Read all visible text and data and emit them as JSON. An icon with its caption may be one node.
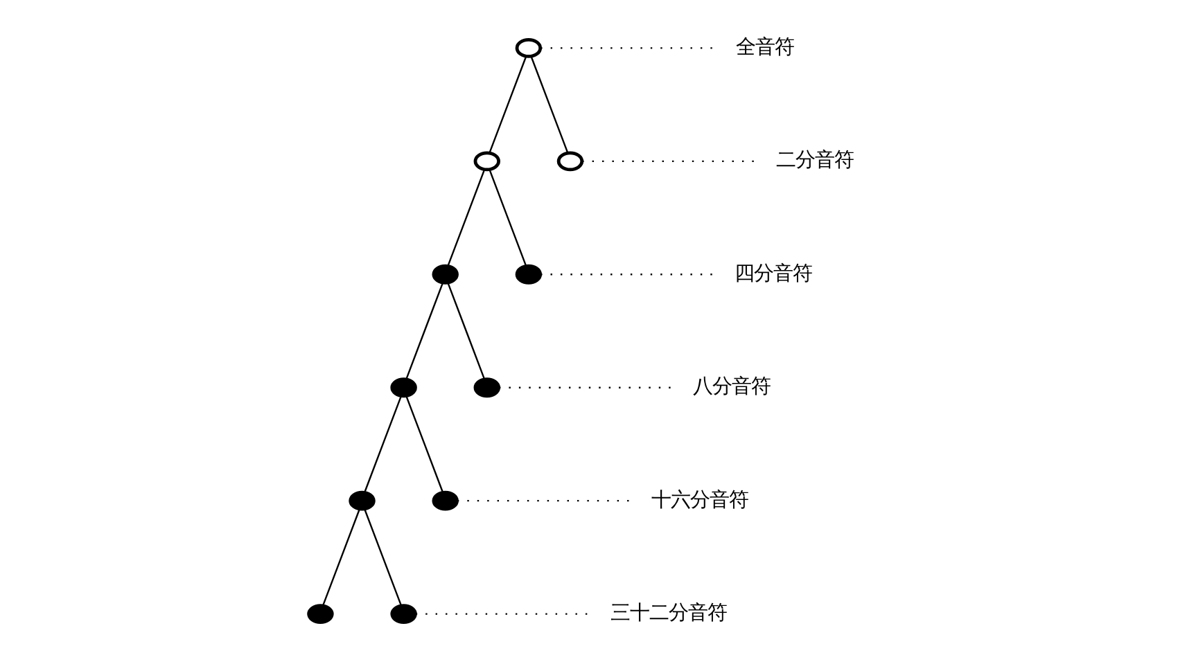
{
  "diagram": {
    "nodes": [
      {
        "text": [],
        "shape": "note"
      },
      {
        "text": [
          "全音符"
        ]
      },
      {
        "text": [],
        "shape": "note"
      },
      {
        "text": [],
        "shape": "note"
      },
      {
        "text": [
          "二分音符"
        ]
      },
      {
        "text": [],
        "shape": "note"
      },
      {
        "text": [],
        "shape": "note"
      },
      {
        "text": [
          "四分音符"
        ]
      },
      {
        "text": [],
        "shape": "note"
      },
      {
        "text": [],
        "shape": "note"
      },
      {
        "text": [
          "八分音符"
        ]
      },
      {
        "text": [],
        "shape": "note"
      },
      {
        "text": [],
        "shape": "note"
      },
      {
        "text": [
          "十六分音符"
        ]
      },
      {
        "text": [],
        "shape": "note"
      },
      {
        "text": [],
        "shape": "note"
      },
      {
        "text": [
          "三十二分音符"
        ]
      }
    ],
    "edges": [
      {
        "from": 0,
        "to": 2,
        "arrow": "none"
      },
      {
        "from": 0,
        "to": 3,
        "arrow": "none"
      },
      {
        "from": 0,
        "to": 1,
        "arrow": "none",
        "style": "dashed"
      },
      {
        "from": 2,
        "to": 5,
        "arrow": "none"
      },
      {
        "from": 2,
        "to": 6,
        "arrow": "none"
      },
      {
        "from": 3,
        "to": 4,
        "arrow": "none",
        "style": "dashed"
      },
      {
        "from": 5,
        "to": 8,
        "arrow": "none"
      },
      {
        "from": 5,
        "to": 9,
        "arrow": "none"
      },
      {
        "from": 6,
        "to": 7,
        "arrow": "none",
        "style": "dashed"
      },
      {
        "from": 8,
        "to": 11,
        "arrow": "none"
      },
      {
        "from": 8,
        "to": 12,
        "arrow": "none"
      },
      {
        "from": 9,
        "to": 10,
        "arrow": "none",
        "style": "dashed"
      },
      {
        "from": 11,
        "to": 14,
        "arrow": "none"
      },
      {
        "from": 11,
        "to": 15,
        "arrow": "none"
      },
      {
        "from": 12,
        "to": 13,
        "arrow": "none",
        "style": "dashed"
      },
      {
        "from": 15,
        "to": 16,
        "arrow": "none",
        "style": "dashed"
      }
    ]
  }
}
